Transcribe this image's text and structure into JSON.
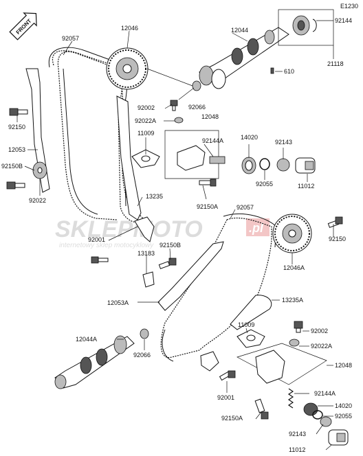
{
  "diagram_code": "E1230",
  "front_label": "FRONT",
  "watermark": {
    "brand": "SKLEPMOTO",
    "domain_suffix": ".pl",
    "tagline": "internetowy sklep motocyklowy"
  },
  "labels": {
    "p92057_top": "92057",
    "p12046": "12046",
    "p12044": "12044",
    "p92144": "92144",
    "p21118": "21118",
    "p610": "610",
    "p92150_left": "92150",
    "p12053": "12053",
    "p92150B_left": "92150B",
    "p92022": "92022",
    "p92002_top": "92002",
    "p92066_top": "92066",
    "p92022A_top": "92022A",
    "p12048_top": "12048",
    "p11009_top": "11009",
    "p92144A_top": "92144A",
    "p14020_top": "14020",
    "p92143_top": "92143",
    "p92055_top": "92055",
    "p11012_top": "11012",
    "p13235": "13235",
    "p92150A_top": "92150A",
    "p92057_mid": "92057",
    "p92001_left": "92001",
    "p92150B_mid": "92150B",
    "p92150_right": "92150",
    "p12046A": "12046A",
    "p13183": "13183",
    "p12053A": "12053A",
    "p13235A": "13235A",
    "p11009_bot": "11009",
    "p92002_bot": "92002",
    "p92022A_bot": "92022A",
    "p12044A": "12044A",
    "p92066_bot": "92066",
    "p12048_bot": "12048",
    "p92001_bot": "92001",
    "p92144A_bot": "92144A",
    "p14020_bot": "14020",
    "p92150A_bot": "92150A",
    "p92055_bot": "92055",
    "p92143_bot": "92143",
    "p11012_bot": "11012"
  }
}
